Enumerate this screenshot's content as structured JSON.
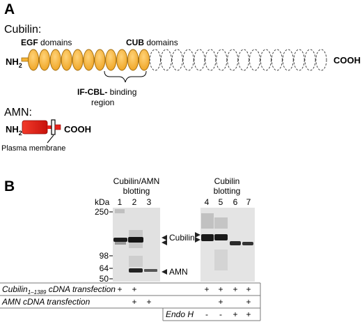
{
  "panelA": {
    "label": "A",
    "cubilin_title": "Cubilin:",
    "egf_bold": "EGF",
    "egf_rest": " domains",
    "cub_bold": "CUB",
    "cub_rest": " domains",
    "nh2": "NH",
    "nh2_sub": "2",
    "cooh": "COOH",
    "ifcbl_bold": "IF-CBL-",
    "ifcbl_rest": " binding",
    "region": "region",
    "amn_title": "AMN:",
    "amn_nh2": "NH",
    "amn_nh2_sub": "2",
    "amn_cooh": "COOH",
    "membrane": "Plasma membrane",
    "colors": {
      "domain_fill": "#f5b335",
      "domain_stroke": "#a06a0a",
      "amn_fill": "#e8231c"
    }
  },
  "panelB": {
    "label": "B",
    "group1_title_1": "Cubilin/AMN",
    "group1_title_2": "blotting",
    "group2_title_1": "Cubilin",
    "group2_title_2": "blotting",
    "kda": "kDa",
    "lanes": [
      "1",
      "2",
      "3",
      "4",
      "5",
      "6",
      "7"
    ],
    "markers": [
      "250",
      "98",
      "64",
      "50"
    ],
    "band_cubilin": "Cubilin",
    "band_amn": "AMN",
    "row1_label_pre": "Cubilin",
    "row1_label_sub": "1–1389",
    "row1_label_post": " cDNA transfection",
    "row2_label": "AMN cDNA transfection",
    "row3_label": "Endo H",
    "row1_marks": [
      "+",
      "+",
      "",
      "+",
      "+",
      "+",
      "+"
    ],
    "row2_marks": [
      "",
      "+",
      "+",
      "",
      "+",
      "",
      "+"
    ],
    "row3_marks": [
      "",
      "",
      "",
      "-",
      "-",
      "+",
      "+"
    ]
  }
}
